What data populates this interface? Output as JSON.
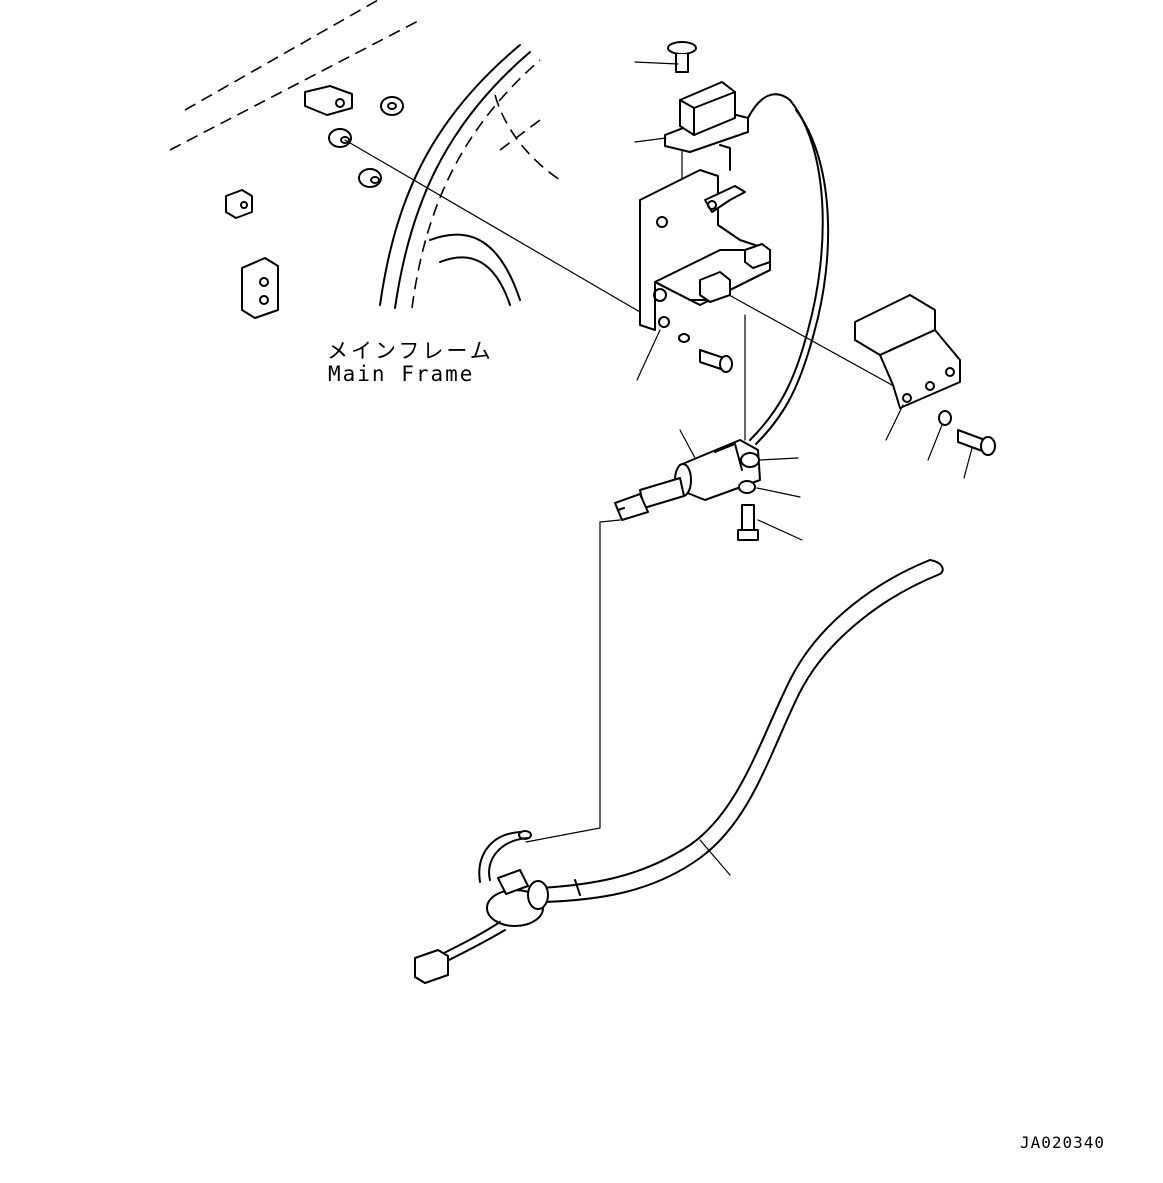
{
  "labels": {
    "frame_jp": "メインフレーム",
    "frame_en": "Main Frame",
    "drawing_code": "JA020340"
  },
  "colors": {
    "line": "#000000",
    "background": "#ffffff"
  }
}
